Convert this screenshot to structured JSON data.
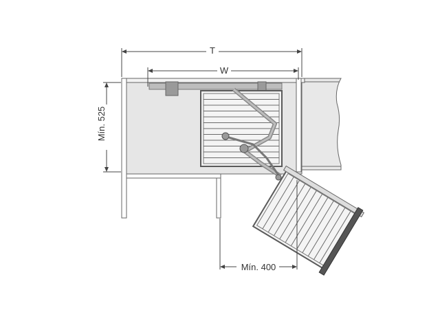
{
  "labels": {
    "total_width": "T",
    "inner_width": "W",
    "min_depth": "Mín. 525",
    "min_opening": "Mín. 400"
  },
  "colors": {
    "cabinet_fill": "#e6e6e6",
    "wall_fill": "#e8e8e8",
    "line": "#555555",
    "rail": "#9a9a9a",
    "basket_wire": "#6b6b6b",
    "basket_frame": "#5a5a5a",
    "dim_line": "#444444",
    "door_panel": "#555555"
  }
}
